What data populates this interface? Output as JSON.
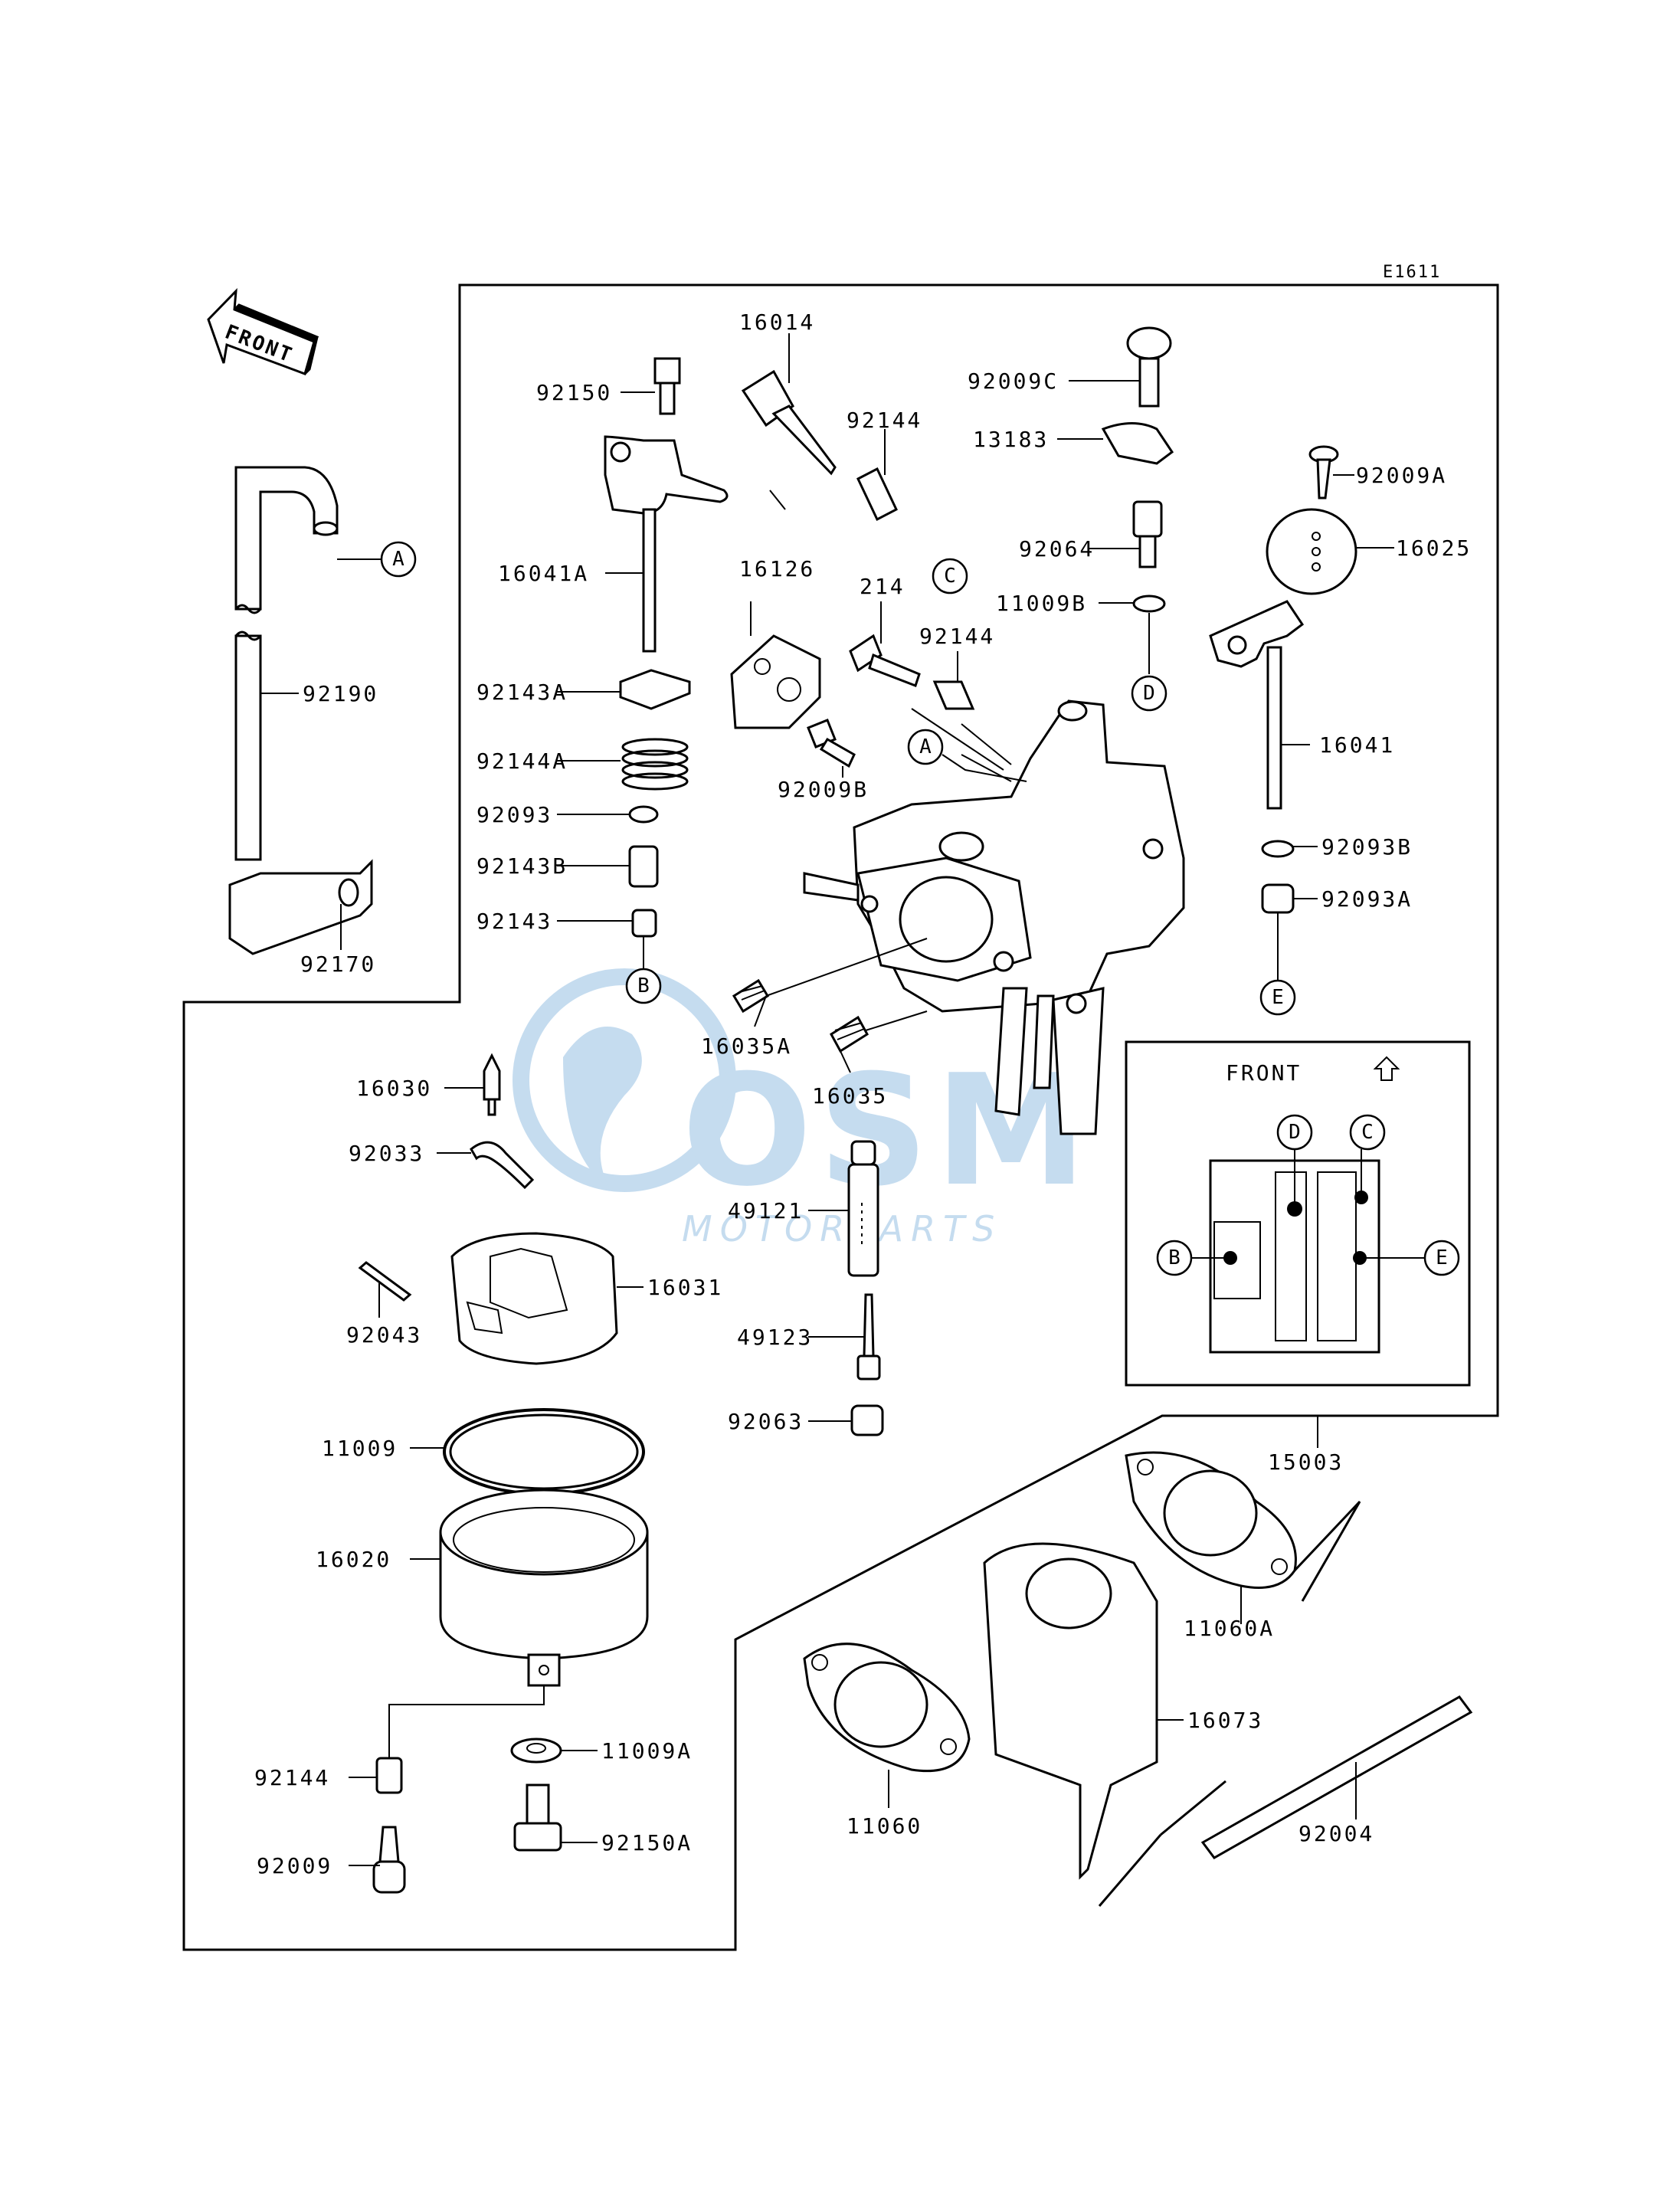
{
  "diagram_code": "E1611",
  "front_arrow_text": "FRONT",
  "watermark": {
    "brand": "OSM",
    "sub": "MOTORPARTS",
    "color": "#7fb2dc"
  },
  "inset": {
    "title": "FRONT",
    "markers": [
      "D",
      "C",
      "B",
      "E"
    ]
  },
  "ref_markers": [
    "A",
    "A",
    "B",
    "C",
    "C",
    "D",
    "D",
    "E",
    "E",
    "B"
  ],
  "parts": [
    "92150",
    "16014",
    "92144",
    "92009C",
    "13183",
    "92009A",
    "16025",
    "16041A",
    "92064",
    "11009B",
    "16126",
    "214",
    "92144",
    "92143A",
    "92009B",
    "16041",
    "92144A",
    "92093",
    "92093B",
    "92143B",
    "92093A",
    "92143",
    "16035A",
    "16035",
    "16030",
    "92033",
    "49121",
    "16031",
    "92043",
    "49123",
    "92063",
    "11009",
    "16020",
    "92144",
    "92009",
    "11009A",
    "92150A",
    "15003",
    "11060A",
    "16073",
    "11060",
    "92004",
    "92190",
    "92170"
  ],
  "colors": {
    "line": "#000000",
    "shade": "#cfcfcf",
    "watermark": "#7fb2dc"
  }
}
